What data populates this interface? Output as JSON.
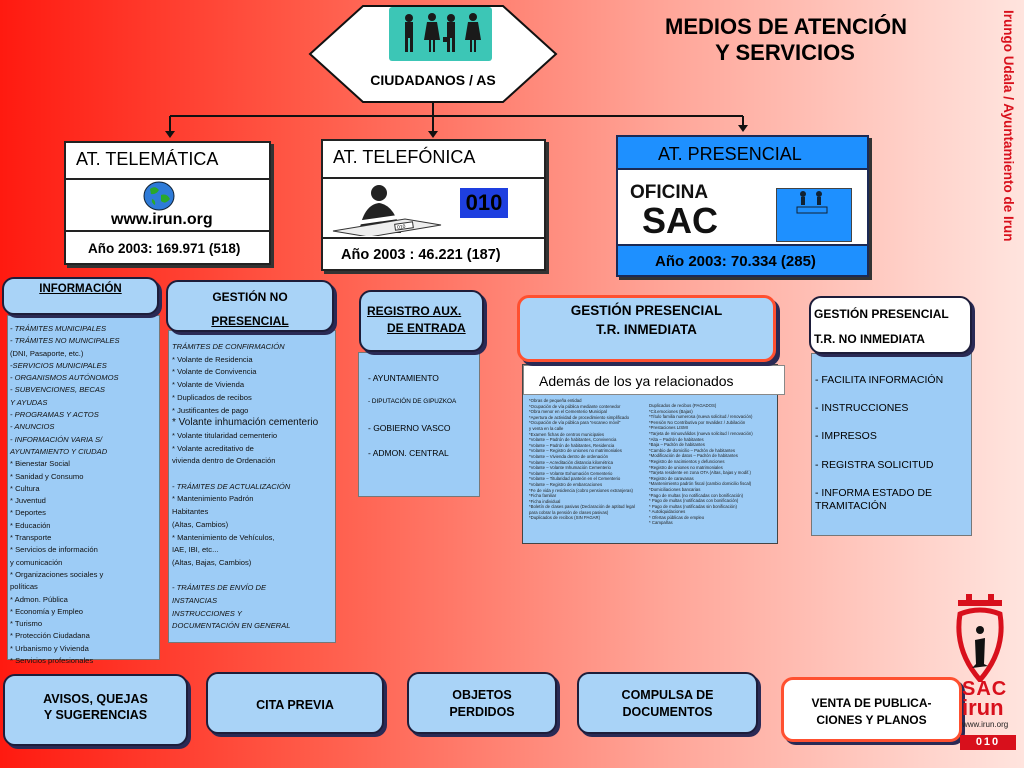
{
  "title": {
    "line1": "MEDIOS DE ATENCIÓN",
    "line2": "Y SERVICIOS"
  },
  "top": {
    "label": "CIUDADANOS / AS"
  },
  "side_text": "Irungo Udala / Ayuntamiento de Irun",
  "telematica": {
    "title": "AT. TELEMÁTICA",
    "url": "www.irun.org",
    "stat": "Año 2003: 169.971 (518)"
  },
  "telefonica": {
    "title": "AT. TELEFÓNICA",
    "number": "010",
    "stat": "Año 2003 : 46.221 (187)"
  },
  "presencial": {
    "title": "AT. PRESENCIAL",
    "oficina": "OFICINA",
    "sac": "SAC",
    "stat": "Año 2003: 70.334 (285)"
  },
  "informacion": {
    "title": "INFORMACIÓN",
    "items": [
      "- TRÁMITES MUNICIPALES",
      "- TRÁMITES NO MUNICIPALES",
      "    (DNI, Pasaporte, etc.)",
      "  -SERVICIOS MUNICIPALES",
      "- ORGANISMOS AUTÓNOMOS",
      "- SUBVENCIONES, BECAS",
      "  Y AYUDAS",
      "- PROGRAMAS Y ACTOS",
      "- ANUNCIOS",
      "-  INFORMACIÓN VARIA S/",
      "   AYUNTAMIENTO Y CIUDAD",
      "       * Bienestar Social",
      "       * Sanidad y Consumo",
      "       * Cultura",
      "       * Juventud",
      "       * Deportes",
      "       * Educación",
      "       * Transporte",
      "       * Servicios de información",
      "          y comunicación",
      "       * Organizaciones sociales y",
      "políticas",
      "       * Admon. Pública",
      "       * Economía y Empleo",
      "       * Turismo",
      "       * Protección Ciudadana",
      "       * Urbanismo y Vivienda",
      "    * Servicios profesionales"
    ]
  },
  "gestion_no": {
    "title1": "GESTIÓN NO",
    "title2": "PRESENCIAL",
    "items": [
      "  TRÁMITES DE CONFIRMACIÓN",
      "    * Volante de Residencia",
      "    * Volante de Convivencia",
      "    * Volante de Vivienda",
      "    * Duplicados de recibos",
      "    * Justificantes de pago",
      "    * Volante inhumación cementerio",
      "    * Volante titularidad cementerio",
      "    * Volante acreditativo de",
      "      vivienda dentro de Ordenación",
      "",
      "- TRÁMITES DE ACTUALIZACIÓN",
      "    * Mantenimiento Padrón",
      "Habitantes",
      "      (Altas, Cambios)",
      "    * Mantenimiento de  Vehículos,",
      "IAE, IBI, etc...",
      "      (Altas, Bajas, Cambios)",
      "",
      "- TRÁMITES DE ENVÍO DE",
      "INSTANCIAS",
      "   INSTRUCCIONES Y",
      "DOCUMENTACIÓN  EN GENERAL"
    ]
  },
  "registro": {
    "title1": "REGISTRO AUX.",
    "title2": "DE ENTRADA",
    "items": [
      "- AYUNTAMIENTO",
      "- DIPUTACIÓN DE GIPUZKOA",
      "- GOBIERNO VASCO",
      "- ADMON. CENTRAL"
    ]
  },
  "gestion_inm": {
    "title1": "GESTIÓN PRESENCIAL",
    "title2": "T.R. INMEDIATA",
    "sub": "Además de los ya relacionados",
    "col1": [
      "*Obras de pequeña entidad",
      "*Ocupación de vía pública mediante contenedor",
      "*Obra menor en el Cementerio Municipal",
      "*Apertura de actividad de procedimiento simplificado",
      "*Ocupación de vía pública para \"escaneo móvil\"",
      "  y venta en la calle",
      "*Examen fichas de centros municipales",
      "*Volante – Padrón de habitantes, Convivencia",
      "*Volante – Padrón de habitantes, Residencia",
      "*Volante – Registro de uniones no matrimoniales",
      "*Volante – Vivienda dentro de ordenación",
      "*Volante – Acreditación distancia kilométrica",
      "*Volante – Volante Inhumación Cementerio",
      "*Volante – Volante Exhumación Cementerio",
      "*Volante – Titularidad panteón en el Cementerio",
      "*Volante – Registro de embarcaciones",
      "*Fe de vida y residencia (cobro pensiones extranjeras)",
      "*Ficha familiar",
      "*Ficha individual",
      "*Boletín de clases pasivas (Declaración de aptitud legal",
      "  para cobrar la pensión de clases pasivas)",
      "*Duplicados de recibos (SIN PAGAR)"
    ],
    "col2": [
      "Duplicados de recibos (PAGADOS)",
      "*Cit.emociones (Bajas)",
      "*Título familia numerosa (nueva solicitud / renovación)",
      "*Pensión No Contributiva por Invalidez / Jubilación",
      "*Prestaciones LISMI",
      "*Tarjeta de minusválidos (nueva solicitud / renovación)",
      "*Alta – Padrón de habitantes",
      "*Baja – Padrón de habitantes",
      "*Cambio de domicilio – Padrón de habitantes",
      "*Modificación de datos – Padrón de habitantes",
      "*Registro de nacimientos y defunciones",
      "*Registro de uniones no matrimoniales",
      "*Tarjeta residente en zona OTA (Altas, bajas y modif.)",
      "*Registro de caravanas",
      "*Mantenimiento padrón fiscal (cambio domicilio fiscal)",
      "*Domiciliaciones bancarias",
      "*Pago de multas (no notificadas con bonificación)",
      "* Pago de multas (notificadas con bonificación)",
      "* Pago de multas (notificadas sin bonificación)",
      "* Autoliquidaciones",
      "* Ofertas públicas de empleo",
      "* Campañas"
    ]
  },
  "gestion_no_inm": {
    "title1": "GESTIÓN PRESENCIAL",
    "title2": "T.R. NO INMEDIATA",
    "items": [
      "- FACILITA INFORMACIÓN",
      "- INSTRUCCIONES",
      "- IMPRESOS",
      "- REGISTRA SOLICITUD",
      "- INFORMA ESTADO DE",
      "    TRAMITACIÓN"
    ]
  },
  "bottom": {
    "avisos": {
      "l1": "AVISOS, QUEJAS",
      "l2": "Y SUGERENCIAS"
    },
    "cita": {
      "l1": "CITA PREVIA"
    },
    "objetos": {
      "l1": "OBJETOS",
      "l2": "PERDIDOS"
    },
    "compulsa": {
      "l1": "COMPULSA DE",
      "l2": "DOCUMENTOS"
    },
    "venta": {
      "l1": "VENTA DE   PUBLICA-",
      "l2": "CIONES Y PLANOS"
    }
  },
  "logo": {
    "sac": "SAC",
    "irun": "irun",
    "url": "www.irun.org",
    "num": "010"
  },
  "colors": {
    "accent_blue": "#1e90ff",
    "light_blue": "#9dccf6",
    "red": "#d8101c"
  }
}
